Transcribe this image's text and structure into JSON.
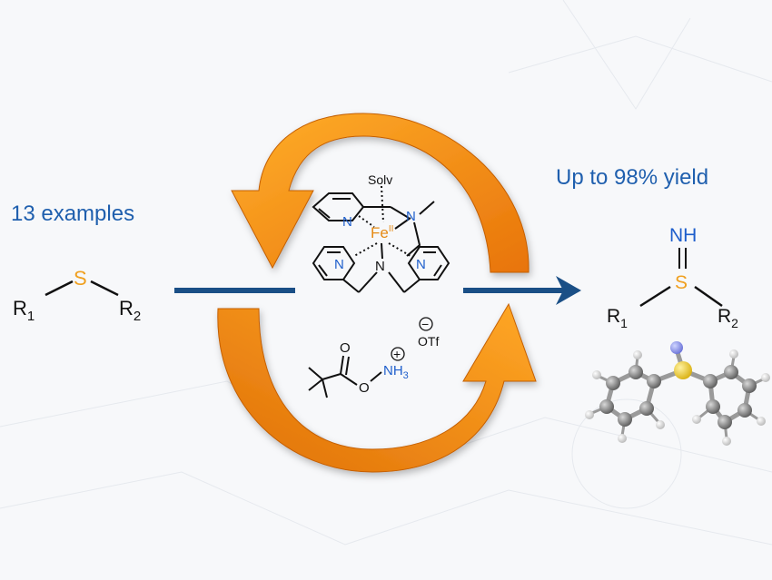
{
  "left": {
    "examples_label": "13 examples",
    "sulfide": {
      "sulfur": "S",
      "r1": "R",
      "r1_sub": "1",
      "r2": "R",
      "r2_sub": "2"
    }
  },
  "right": {
    "yield_label": "Up to 98% yield",
    "product": {
      "imine": "NH",
      "sulfur": "S",
      "r1": "R",
      "r1_sub": "1",
      "r2": "R",
      "r2_sub": "2"
    }
  },
  "catalyst": {
    "solvent": "Solv",
    "metal": "Fe",
    "oxidation_state": "II",
    "n_top_pyridine": "N",
    "n_amine_right": "N",
    "n_left_pyridine": "N",
    "n_center": "N",
    "n_right_pyridine": "N"
  },
  "reagent": {
    "carbonyl_o": "O",
    "ester_o": "O",
    "ammonium": "NH",
    "ammonium_sub": "3",
    "plus_charge": "+",
    "counterion": "OTf",
    "minus_charge": "−"
  },
  "colors": {
    "blue_text": "#1f5fae",
    "arrow_blue": "#1a4f86",
    "sulfur": "#f0a020",
    "orange": "#f08c10",
    "nitrogen": "#1f5fcc",
    "iron": "#e58a14"
  }
}
